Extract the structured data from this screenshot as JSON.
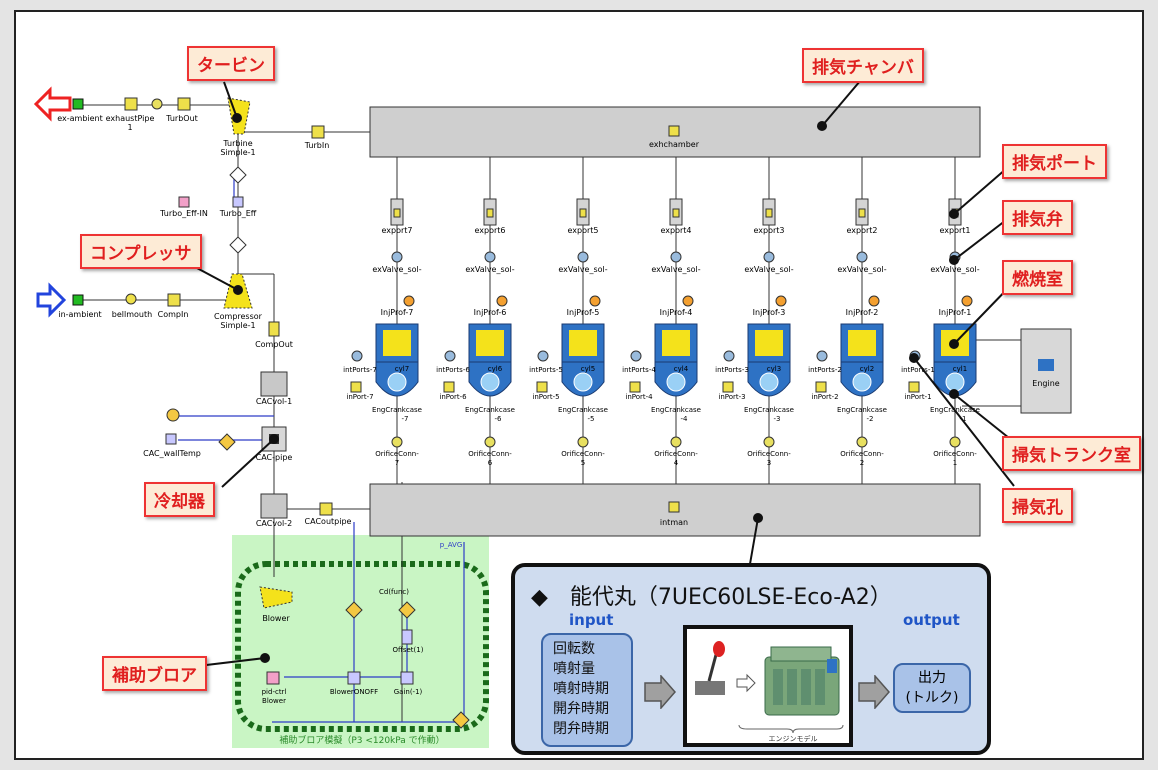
{
  "callouts": {
    "turbine": "タービン",
    "compressor": "コンプレッサ",
    "cooler": "冷却器",
    "aux_blower": "補助ブロア",
    "exhaust_chamber": "排気チャンバ",
    "exhaust_port": "排気ポート",
    "exhaust_valve": "排気弁",
    "combustion_chamber": "燃焼室",
    "scavenge_trunk": "掃気トランク室",
    "scavenge_port": "掃気孔"
  },
  "diagram": {
    "exhaust_ambient": "ex-ambient",
    "exhaust_pipe": "exhaustPipe",
    "exhaust_pipe_num": "1",
    "turb_out": "TurbOut",
    "turbine_label": "Turbine",
    "turbine_label2": "Simple-1",
    "turb_in": "TurbIn",
    "exh_chamber": "exhchamber",
    "turbo_eff_in": "Turbo_Eff-IN",
    "turbo_eff": "Turbo_Eff",
    "in_ambient": "in-ambient",
    "bellmouth": "bellmouth",
    "comp_in": "CompIn",
    "compressor_label": "Compressor",
    "compressor_label2": "Simple-1",
    "comp_out": "CompOut",
    "caoutl1": "CACvol-1",
    "cac_walltemp": "CAC_wallTemp",
    "cac_pipe": "CAC-pipe",
    "caoutl2": "CACvol-2",
    "cac_outpipe": "CACoutpipe",
    "intman": "intman",
    "engine": "Engine",
    "blower": "Blower",
    "pid_ctrl": "pid-ctrl",
    "pid_ctrl2": "Blower",
    "blower_onoff": "BlowerONOFF",
    "gain": "Gain(-1)",
    "offset": "Offset(1)",
    "cdfunc": "Cd(func)",
    "p_avg": "p_AVG",
    "aux_caption": "補助ブロア模擬（P3 <120kPa で作動）",
    "cylinders": [
      {
        "port": "export7",
        "valve": "exValve_sol-",
        "inj": "InjProf-7",
        "cyl": "cyl7",
        "intp": "intPorts-7",
        "inport": "inPort-7",
        "crank": "EngCrankcase",
        "crankn": "-7",
        "orif": "OrificeConn-",
        "orifn": "7"
      },
      {
        "port": "export6",
        "valve": "exValve_sol-",
        "inj": "InjProf-6",
        "cyl": "cyl6",
        "intp": "intPorts-6",
        "inport": "inPort-6",
        "crank": "EngCrankcase",
        "crankn": "-6",
        "orif": "OrificeConn-",
        "orifn": "6"
      },
      {
        "port": "export5",
        "valve": "exValve_sol-",
        "inj": "InjProf-5",
        "cyl": "cyl5",
        "intp": "intPorts-5",
        "inport": "inPort-5",
        "crank": "EngCrankcase",
        "crankn": "-5",
        "orif": "OrificeConn-",
        "orifn": "5"
      },
      {
        "port": "export4",
        "valve": "exValve_sol-",
        "inj": "InjProf-4",
        "cyl": "cyl4",
        "intp": "intPorts-4",
        "inport": "inPort-4",
        "crank": "EngCrankcase",
        "crankn": "-4",
        "orif": "OrificeConn-",
        "orifn": "4"
      },
      {
        "port": "export3",
        "valve": "exValve_sol-",
        "inj": "InjProf-3",
        "cyl": "cyl3",
        "intp": "intPorts-3",
        "inport": "inPort-3",
        "crank": "EngCrankcase",
        "crankn": "-3",
        "orif": "OrificeConn-",
        "orifn": "3"
      },
      {
        "port": "export2",
        "valve": "exValve_sol-",
        "inj": "InjProf-2",
        "cyl": "cyl2",
        "intp": "intPorts-2",
        "inport": "inPort-2",
        "crank": "EngCrankcase",
        "crankn": "-2",
        "orif": "OrificeConn-",
        "orifn": "2"
      },
      {
        "port": "export1",
        "valve": "exValve_sol-",
        "inj": "InjProf-1",
        "cyl": "cyl1",
        "intp": "intPorts-1",
        "inport": "inPort-1",
        "crank": "EngCrankcase",
        "crankn": "-1",
        "orif": "OrificeConn-",
        "orifn": "1"
      }
    ]
  },
  "info_panel": {
    "title": "◆　能代丸（7UEC60LSE-Eco-A2）",
    "input_label": "input",
    "output_label": "output",
    "inputs": [
      "回転数",
      "噴射量",
      "噴射時期",
      "開弁時期",
      "閉弁時期"
    ],
    "engine_model_caption": "エンジンモデル",
    "output_line1": "出力",
    "output_line2": "(トルク)"
  },
  "colors": {
    "callout_border": "#e33333",
    "callout_fill": "#fdebd6",
    "panel_fill": "#cfdcef",
    "aux_fill": "#c9f5c4",
    "turbine_yellow": "#f4e21b",
    "cylinder_blue": "#2e72c4"
  }
}
